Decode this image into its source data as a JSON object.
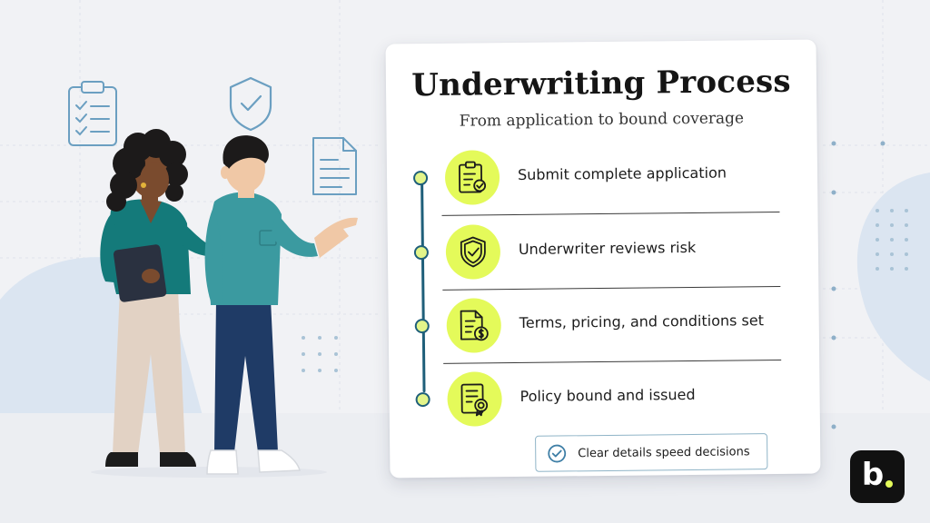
{
  "card": {
    "title": "Underwriting Process",
    "subtitle": "From application to bound coverage"
  },
  "steps": [
    {
      "label": "Submit complete application",
      "icon": "clipboard-check-icon"
    },
    {
      "label": "Underwriter reviews risk",
      "icon": "shield-check-icon"
    },
    {
      "label": "Terms, pricing, and conditions set",
      "icon": "document-dollar-icon"
    },
    {
      "label": "Policy bound and issued",
      "icon": "certificate-icon"
    }
  ],
  "tip": {
    "text": "Clear details speed decisions",
    "icon": "check-circle-icon"
  },
  "brand": {
    "letter": "b",
    "accent": "#e4fa5a"
  },
  "colors": {
    "accent_green": "#e4fa5a",
    "timeline_teal": "#1f5f7a",
    "woman_top": "#147a7a",
    "man_shirt": "#3b9aa0",
    "man_pants": "#1f3b66",
    "woman_pants": "#e2d2c4",
    "background": "#f1f2f5"
  }
}
